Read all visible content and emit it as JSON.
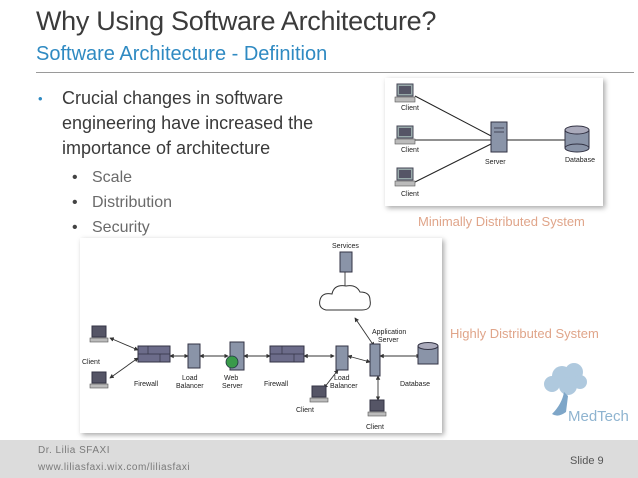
{
  "slide": {
    "title": "Why Using Software Architecture?",
    "subtitle": "Software Architecture - Definition",
    "main_bullet": "Crucial changes in software engineering have increased the importance of architecture",
    "sub_bullets": [
      "Scale",
      "Distribution",
      "Security"
    ]
  },
  "diagram_minimal": {
    "caption": "Minimally Distributed System",
    "labels": {
      "client1": "Client",
      "client2": "Client",
      "client3": "Client",
      "server": "Server",
      "database": "Database"
    }
  },
  "diagram_highly": {
    "caption": "Highly Distributed System",
    "labels": {
      "services": "Services",
      "app_server_1": "Application",
      "app_server_2": "Server",
      "client_left": "Client",
      "firewall1": "Firewall",
      "load_balancer1_1": "Load",
      "load_balancer1_2": "Balancer",
      "web_server_1": "Web",
      "web_server_2": "Server",
      "firewall2": "Firewall",
      "load_balancer2_1": "Load",
      "load_balancer2_2": "Balancer",
      "database": "Database",
      "client_mid": "Client",
      "client_bottom": "Client"
    }
  },
  "logo": {
    "text": "MedTech"
  },
  "footer": {
    "author": "Dr. Lilia SFAXI",
    "url": "www.liliasfaxi.wix.com/liliasfaxi",
    "slide_number": "Slide 9"
  },
  "colors": {
    "accent": "#2f8ac2",
    "caption": "#e0a58a",
    "footer_bg": "#dcdcdc"
  }
}
